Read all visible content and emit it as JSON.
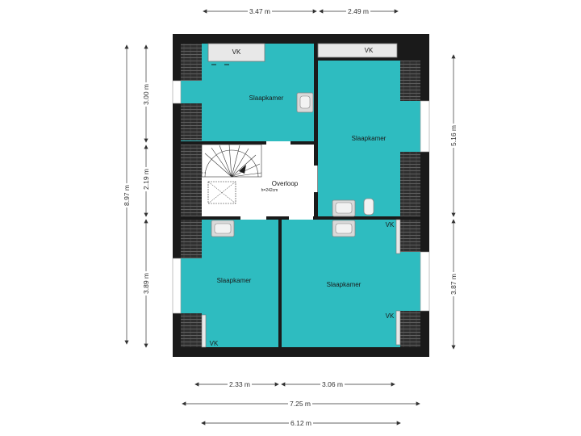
{
  "rooms": {
    "top_left": "Slaapkamer",
    "right": "Slaapkamer",
    "hall": "Overloop",
    "hall_height": "h=242cm",
    "bottom_left": "Slaapkamer",
    "bottom_right": "Slaapkamer"
  },
  "closets": {
    "top_left": "VK",
    "top_right": "VK",
    "mid_right": "VK",
    "low_right": "VK",
    "bottom_left": "VK"
  },
  "dimensions": {
    "top_left": "3.47 m",
    "top_right": "2.49 m",
    "left_total": "8.97 m",
    "left_top": "3.00 m",
    "left_mid": "2.19 m",
    "left_bottom": "3.89 m",
    "right_top": "5.16 m",
    "right_bottom": "3.87 m",
    "bottom_left": "2.33 m",
    "bottom_right": "3.06 m",
    "bottom_total": "7.25 m",
    "bottom_inner": "6.12 m"
  },
  "colors": {
    "room_fill": "#2ebcc0",
    "wall": "#1a1a1a",
    "hall_fill": "#ffffff",
    "roof_tile": "#3a3a3a"
  }
}
